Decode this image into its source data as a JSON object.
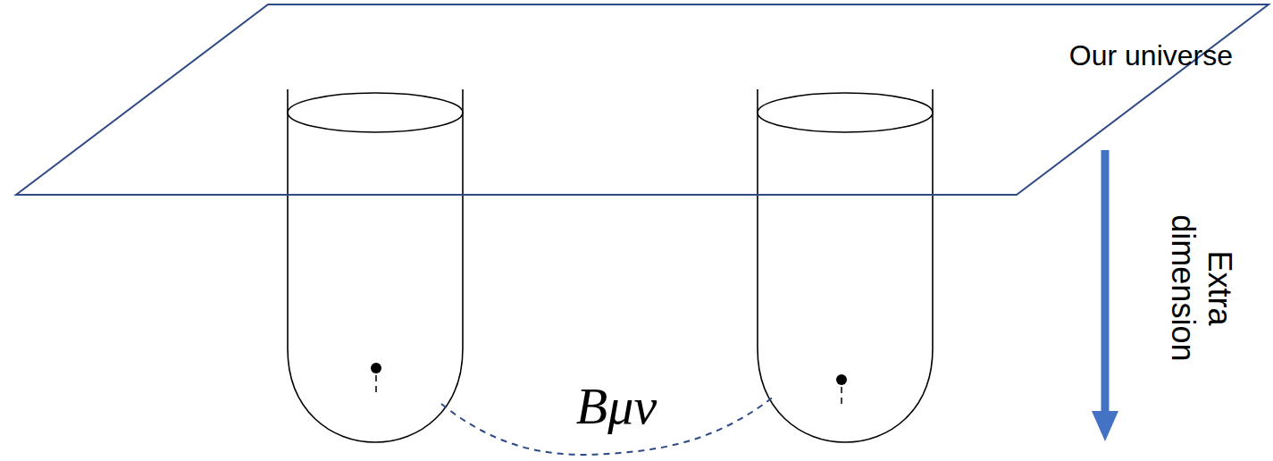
{
  "diagram": {
    "nodes": [
      {
        "text": [
          "Our universe"
        ]
      }
    ],
    "labels": [
      "Bμν",
      "Extra dimension"
    ]
  }
}
